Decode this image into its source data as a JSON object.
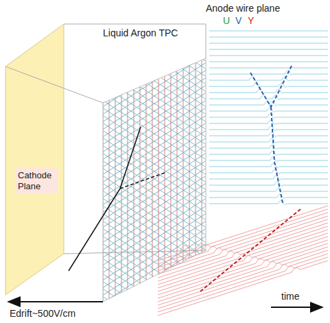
{
  "diagram": {
    "nodes": [
      {
        "text": [
          "Cathode Plane"
        ]
      }
    ],
    "edges": [],
    "labels": [
      "Anode wire plane",
      "U",
      "V",
      "Y",
      "Liquid Argon TPC",
      "Edrift~500V/cm",
      "time"
    ]
  }
}
